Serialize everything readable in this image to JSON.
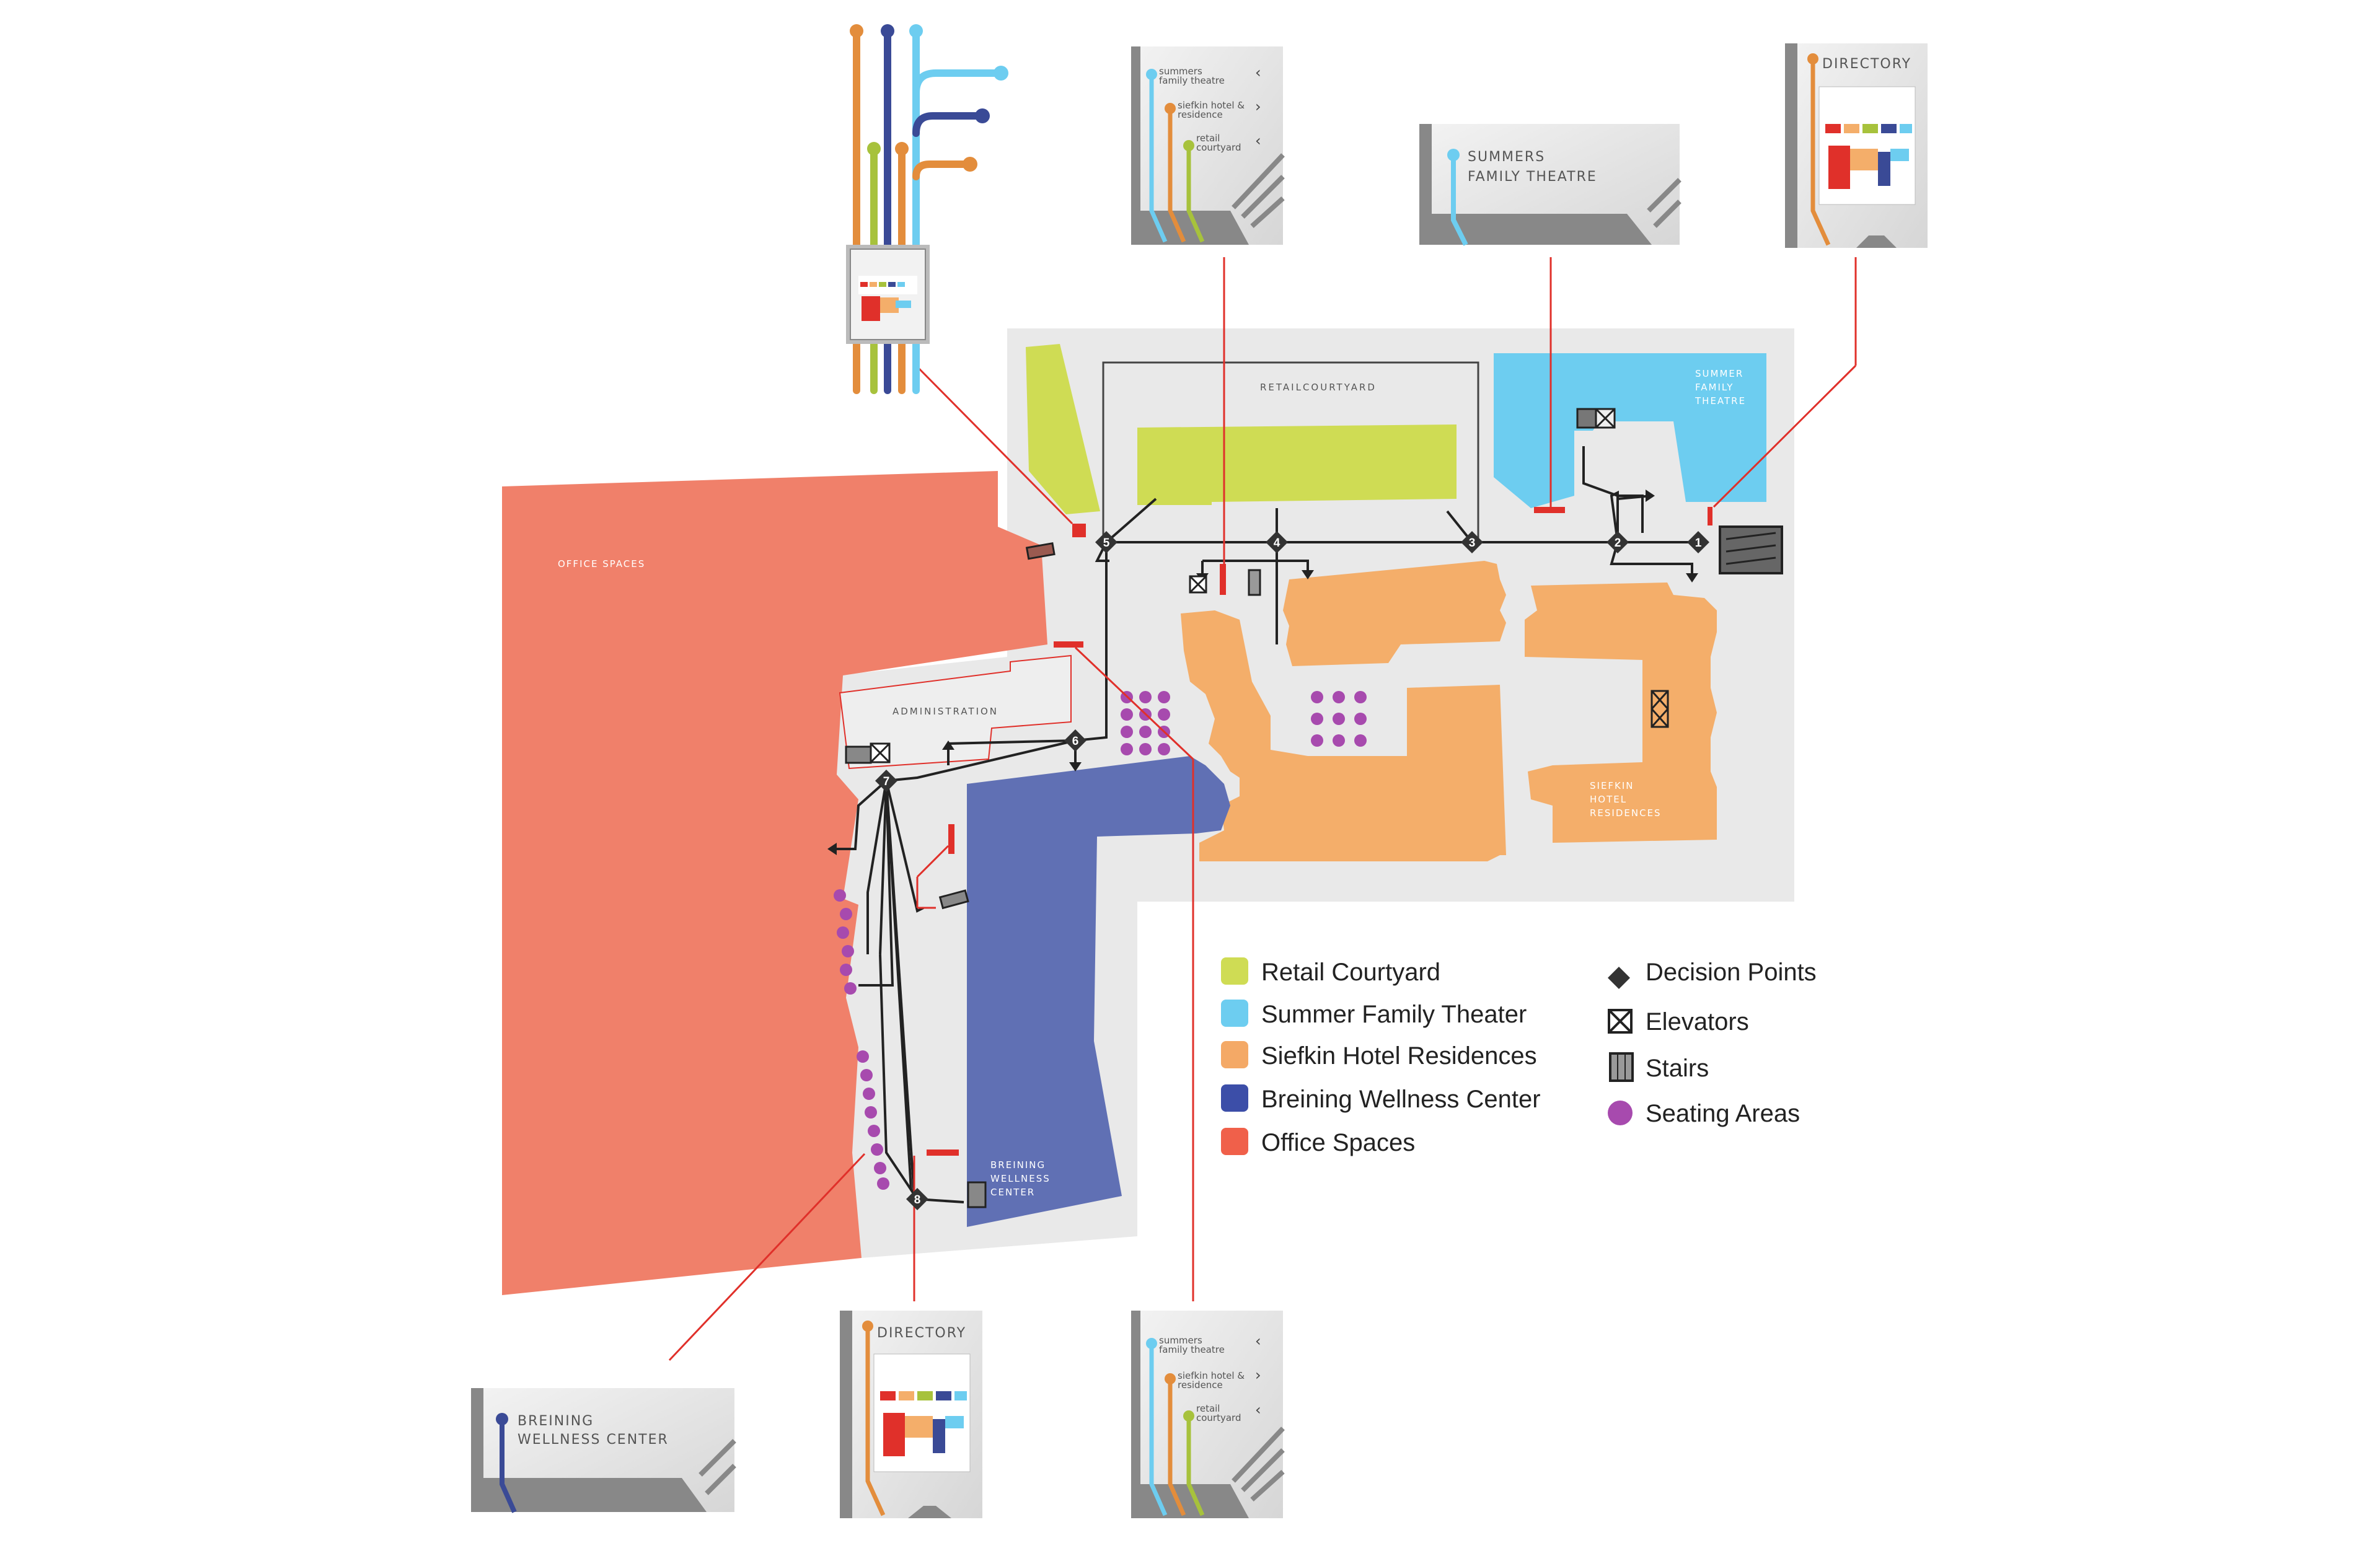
{
  "map_labels": {
    "retail_courtyard": "RETAILCOURTYARD",
    "summer_theatre": [
      "SUMMER",
      "FAMILY",
      "THEATRE"
    ],
    "office_spaces": "OFFICE SPACES",
    "administration": "ADMINISTRATION",
    "siefkin": [
      "SIEFKIN",
      "HOTEL",
      "RESIDENCES"
    ],
    "breining": [
      "BREINING",
      "WELLNESS",
      "CENTER"
    ]
  },
  "decision_points": [
    "1",
    "2",
    "3",
    "4",
    "5",
    "6",
    "7",
    "8"
  ],
  "legend": {
    "areas": [
      {
        "label": "Retail Courtyard",
        "color": "#cfdc54"
      },
      {
        "label": "Summer Family Theater",
        "color": "#6dcdf0"
      },
      {
        "label": "Siefkin Hotel Residences",
        "color": "#f4a966"
      },
      {
        "label": "Breining Wellness Center",
        "color": "#3c4ea8"
      },
      {
        "label": "Office Spaces",
        "color": "#f0604a"
      }
    ],
    "symbols": [
      {
        "label": "Decision Points",
        "icon": "decision-point-icon"
      },
      {
        "label": "Elevators",
        "icon": "elevator-icon"
      },
      {
        "label": "Stairs",
        "icon": "stairs-icon"
      },
      {
        "label": "Seating Areas",
        "icon": "seating-icon"
      }
    ]
  },
  "signs": {
    "directory_label": "DIRECTORY",
    "summers_theatre": [
      "SUMMERS",
      "FAMILY THEATRE"
    ],
    "breining_wellness": [
      "BREINING",
      "WELLNESS CENTER"
    ],
    "wayfinding": {
      "line1": [
        "summers",
        "family theatre"
      ],
      "line2": [
        "siefkin hotel &",
        "residence"
      ],
      "line3": [
        "retail",
        "courtyard"
      ]
    }
  },
  "colors": {
    "office": "#f0806a",
    "retail": "#cfdc54",
    "theatre": "#6dcdf0",
    "siefkin": "#f4ae6a",
    "breining": "#6070b4",
    "floor": "#e9e9e9",
    "callout": "#e0302a",
    "seating": "#a74aae"
  }
}
